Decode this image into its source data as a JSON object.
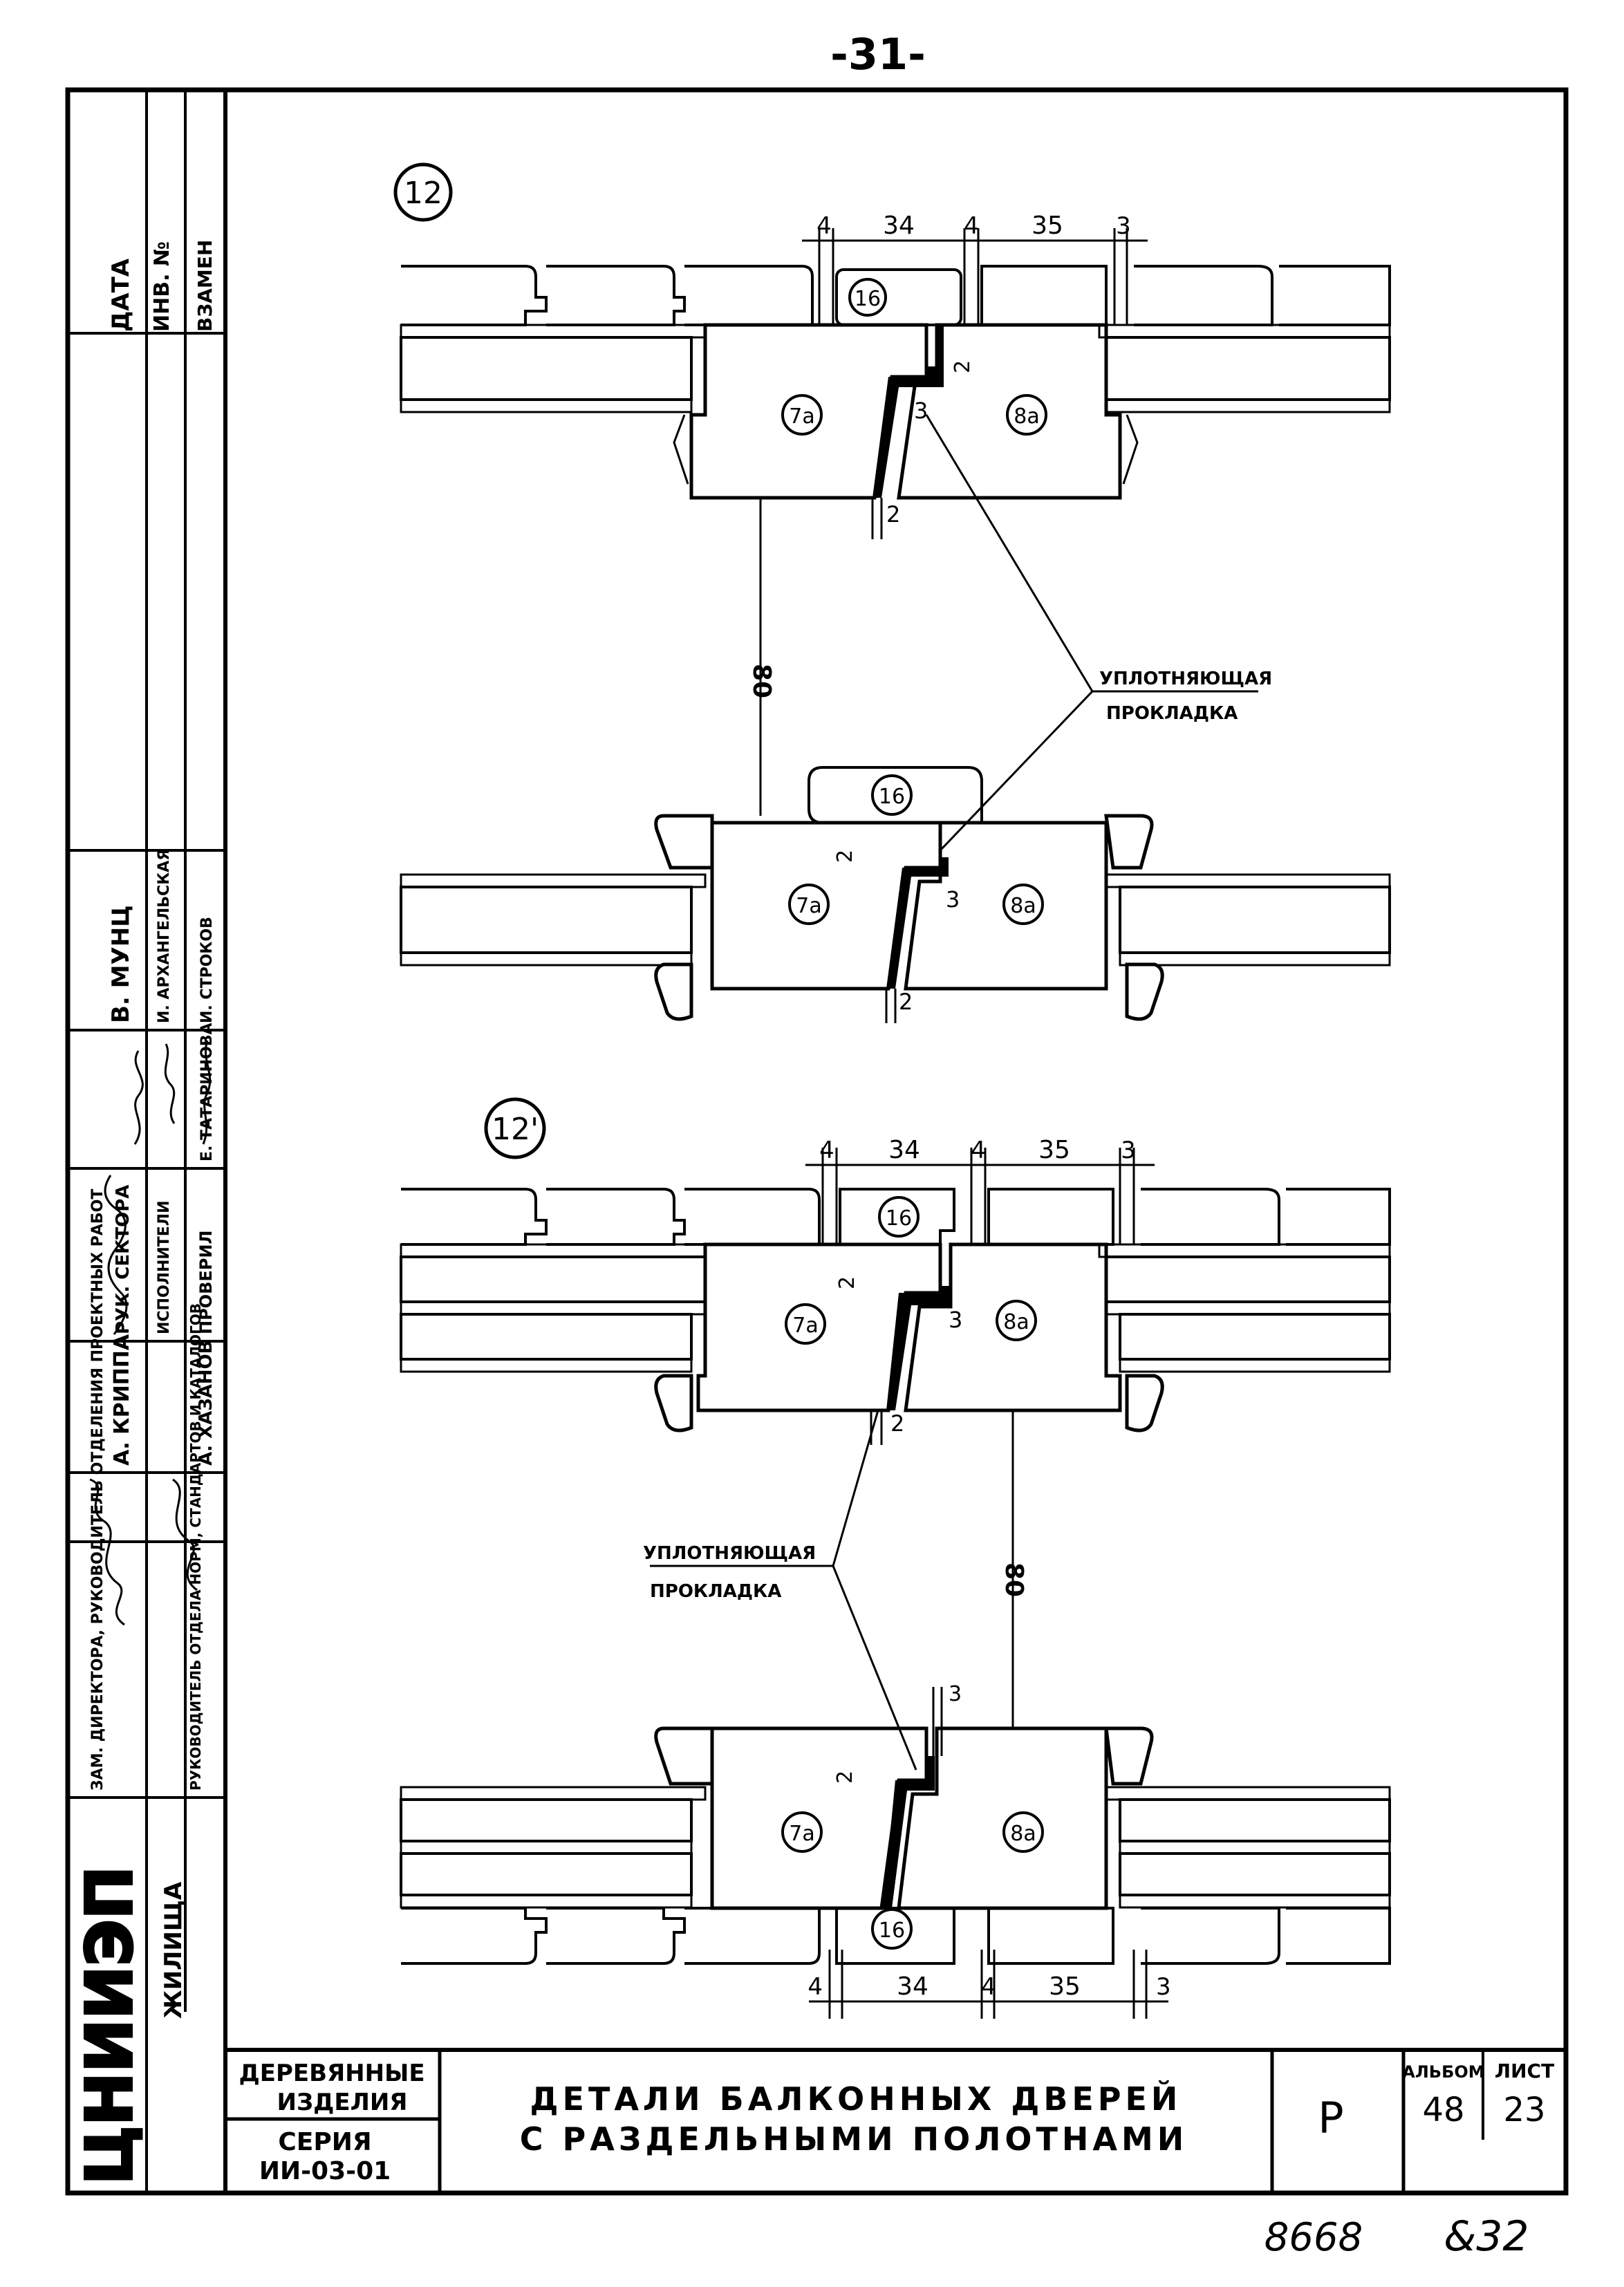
{
  "page_number": "-31-",
  "stamp_bottom": {
    "inv": "8668",
    "code": "&32"
  },
  "left_column": {
    "org_short": "ЦНИИЭП",
    "org_rest": "ЖИЛИЩА",
    "data_label": "ДАТА",
    "inv_label": "ИНВ. №",
    "replace_label": "ВЗАМЕН",
    "roles": [
      {
        "title": "ЗАМ. ДИРЕКТОРА, РУКОВОДИТЕЛЬ ОТДЕЛЕНИЯ ПРОЕКТНЫХ РАБОТ",
        "name": ""
      },
      {
        "title": "РУК. СЕКТОРА",
        "name": "В. МУНЦ"
      },
      {
        "title": "ИСПОЛНИТЕЛИ",
        "name": "И. АРХАНГЕЛЬСКАЯ"
      },
      {
        "title": "",
        "name": "И. СТРОКОВ"
      },
      {
        "title": "ПРОВЕРИЛ",
        "name": "Е. ТАТАРИНОВА"
      },
      {
        "title": "РУКОВОДИТЕЛЬ ОТДЕЛА НОРМ, СТАНДАРТОВ И КАТАЛОГОВ",
        "name": "А. ХАЗАНОВ"
      },
      {
        "title": "",
        "name": "А. КРИППА"
      }
    ]
  },
  "details": [
    {
      "label": "12",
      "dims_top": [
        "4",
        "34",
        "4",
        "35",
        "3"
      ],
      "part_7": "7а",
      "part_8": "8а",
      "part_16": "16",
      "gaps": [
        "2",
        "3",
        "2"
      ],
      "spacing": "80"
    },
    {
      "label": "12'",
      "dims_top": [
        "4",
        "34",
        "4",
        "35",
        "3"
      ],
      "dims_bottom": [
        "4",
        "34",
        "4",
        "35",
        "3"
      ],
      "part_7": "7а",
      "part_8": "8а",
      "part_16": "16",
      "gaps": [
        "2",
        "3",
        "2"
      ],
      "spacing": "80"
    }
  ],
  "callouts": {
    "seal_line1": "УПЛОТНЯЮЩАЯ",
    "seal_line2": "ПРОКЛАДКА"
  },
  "title_block": {
    "category_line1": "ДЕРЕВЯННЫЕ",
    "category_line2": "ИЗДЕЛИЯ",
    "series_label": "СЕРИЯ",
    "series_value": "ИИ-03-01",
    "title_line1": "ДЕТАЛИ БАЛКОННЫХ ДВЕРЕЙ",
    "title_line2": "С РАЗДЕЛЬНЫМИ ПОЛОТНАМИ",
    "stage": "Р",
    "album_label": "АЛЬБОМ",
    "album_value": "48",
    "sheet_label": "ЛИСТ",
    "sheet_value": "23"
  }
}
